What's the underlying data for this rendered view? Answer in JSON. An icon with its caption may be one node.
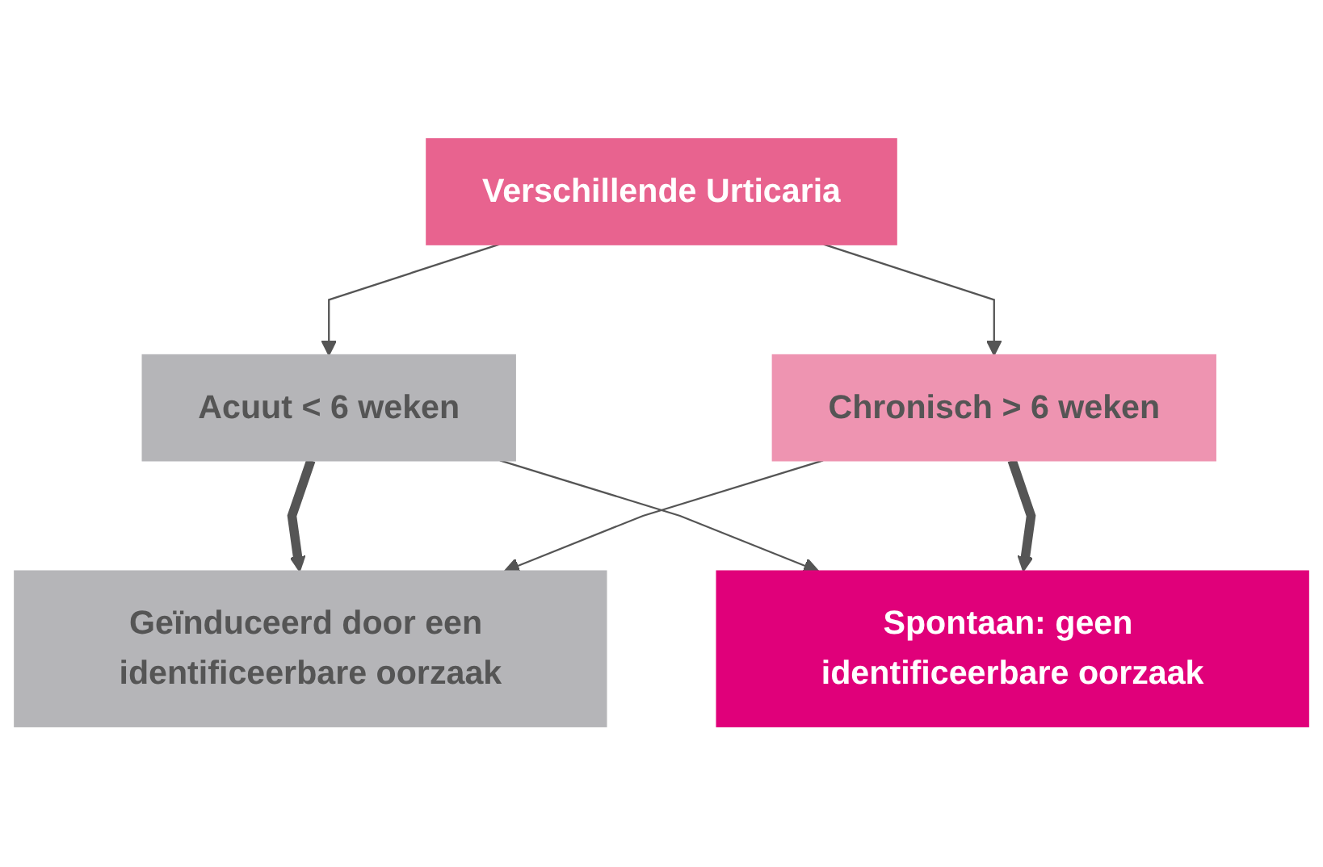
{
  "diagram": {
    "nodes": [
      {
        "text": [
          "Verschillende Urticaria"
        ]
      },
      {
        "text": [
          "Acuut < 6 weken"
        ]
      },
      {
        "text": [
          "Chronisch > 6 weken"
        ]
      },
      {
        "text": [
          "Geïnduceerd door een identificeerbare oorzaak"
        ]
      },
      {
        "text": [
          "Spontaan: geen identificeerbare oorzaak"
        ]
      }
    ],
    "edges": [
      {
        "from": 0,
        "to": 1,
        "arrow": "to"
      },
      {
        "from": 0,
        "to": 2,
        "arrow": "to"
      },
      {
        "from": 1,
        "to": 3,
        "arrow": "to",
        "style": "thick"
      },
      {
        "from": 1,
        "to": 4,
        "arrow": "to"
      },
      {
        "from": 2,
        "to": 3,
        "arrow": "to"
      },
      {
        "from": 2,
        "to": 4,
        "arrow": "to",
        "style": "thick"
      }
    ]
  }
}
